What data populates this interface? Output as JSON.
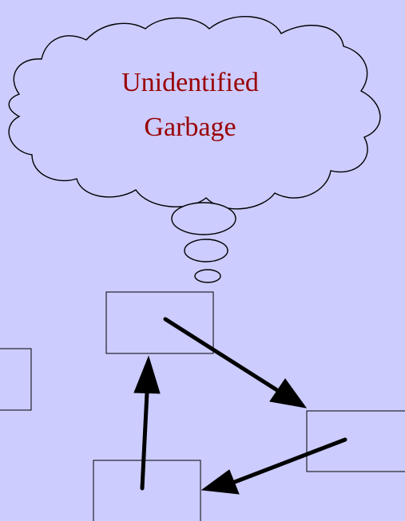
{
  "diagram": {
    "thought_cloud": {
      "line1": "Unidentified",
      "line2": "Garbage",
      "text_color": "#990000"
    },
    "background_color": "#ccccff",
    "node_count": 4,
    "arrow_count": 3
  }
}
